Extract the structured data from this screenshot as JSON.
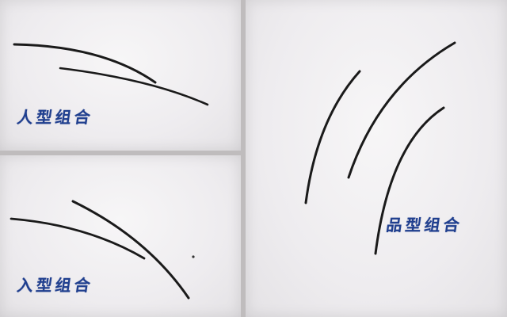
{
  "panels": {
    "person": {
      "caption": "人型组合"
    },
    "enter": {
      "caption": "入型组合"
    },
    "pin": {
      "caption": "品型组合"
    }
  },
  "colors": {
    "ink": "#1f3f8f",
    "stroke": "#1a1a1a",
    "paper": "#f2f0f2"
  }
}
